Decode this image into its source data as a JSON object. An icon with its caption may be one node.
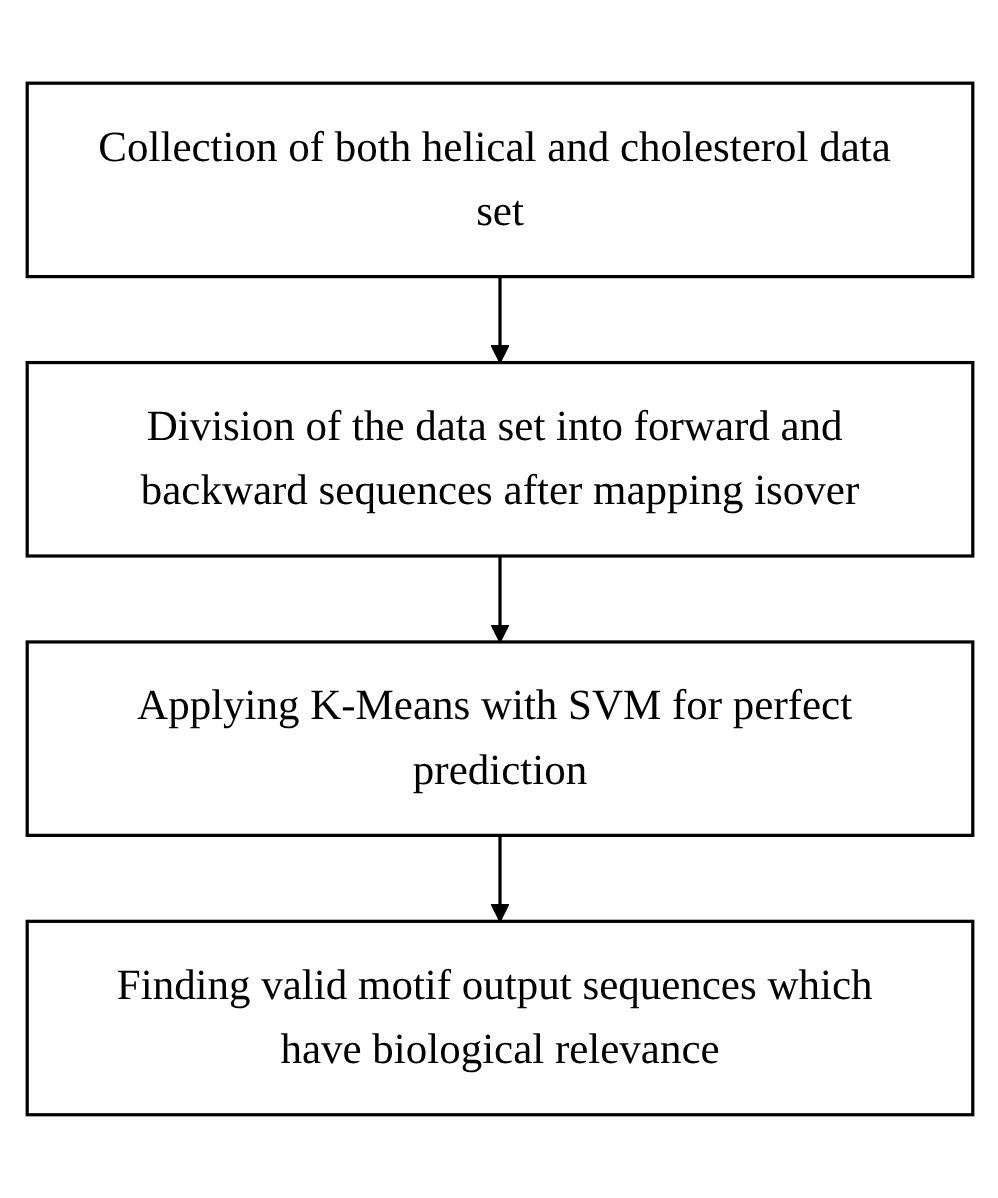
{
  "diagram": {
    "nodes": [
      {
        "text": [
          "Collection of both helical and cholesterol data set"
        ]
      },
      {
        "text": [
          "Division of the data set into forward and backward sequences after mapping isover"
        ]
      },
      {
        "text": [
          "Applying K-Means with SVM for perfect prediction"
        ]
      },
      {
        "text": [
          "Finding valid motif output sequences which have biological relevance"
        ]
      }
    ],
    "edges": [
      {
        "from": 0,
        "to": 1,
        "arrow": "to"
      },
      {
        "from": 1,
        "to": 2,
        "arrow": "to"
      },
      {
        "from": 2,
        "to": 3,
        "arrow": "to"
      }
    ]
  }
}
